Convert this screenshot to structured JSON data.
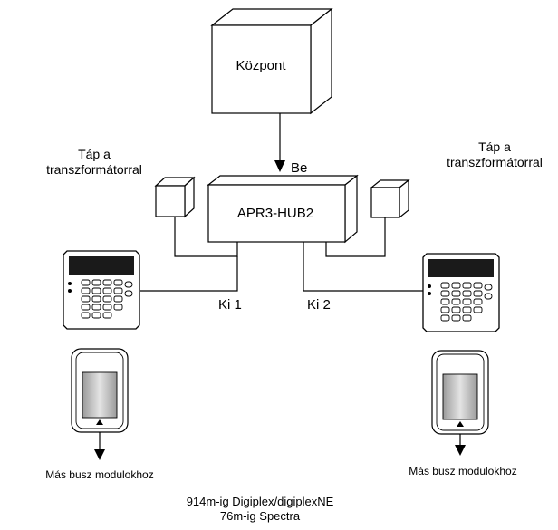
{
  "central": {
    "label": "Központ"
  },
  "hub": {
    "label": "APR3-HUB2"
  },
  "input": {
    "label": "Be"
  },
  "power_left": {
    "line1": "Táp a",
    "line2": "transzformátorral"
  },
  "power_right": {
    "line1": "Táp a",
    "line2": "transzformátorral"
  },
  "output1": {
    "label": "Ki 1"
  },
  "output2": {
    "label": "Ki 2"
  },
  "bus_left": {
    "label": "Más busz modulokhoz"
  },
  "bus_right": {
    "label": "Más busz modulokhoz"
  },
  "footer": {
    "line1": "914m-ig  Digiplex/digiplexNE",
    "line2": "76m-ig Spectra"
  },
  "colors": {
    "line": "#000000",
    "keypad_screen": "#1a1a1a",
    "detector_lens": "#b8b8b8"
  }
}
